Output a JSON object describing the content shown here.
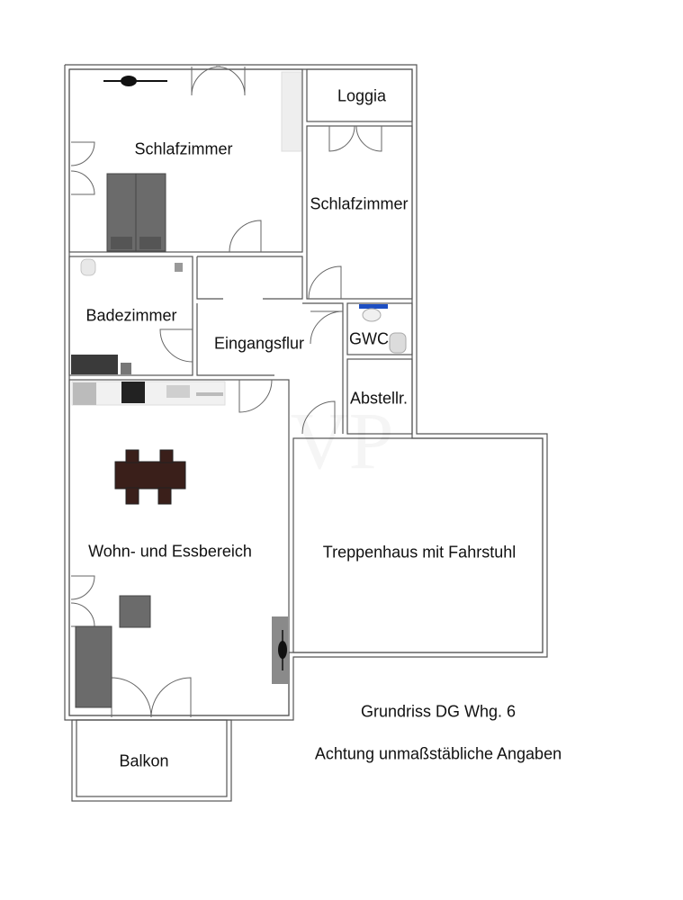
{
  "rooms": {
    "schlafzimmer_1": "Schlafzimmer",
    "loggia": "Loggia",
    "schlafzimmer_2": "Schlafzimmer",
    "badezimmer": "Badezimmer",
    "eingangsflur": "Eingangsflur",
    "gwc": "GWC",
    "abstellraum": "Abstellr.",
    "wohnbereich": "Wohn- und Essbereich",
    "treppenhaus": "Treppenhaus mit Fahrstuhl",
    "balkon": "Balkon"
  },
  "notes": {
    "title": "Grundriss DG Whg. 6",
    "disclaimer": "Achtung unmaßstäbliche Angaben"
  },
  "colors": {
    "wall": "#555555",
    "furniture": "#6b6b6b",
    "dining": "#3a1f1a",
    "sink_accent": "#1e4fc2"
  }
}
